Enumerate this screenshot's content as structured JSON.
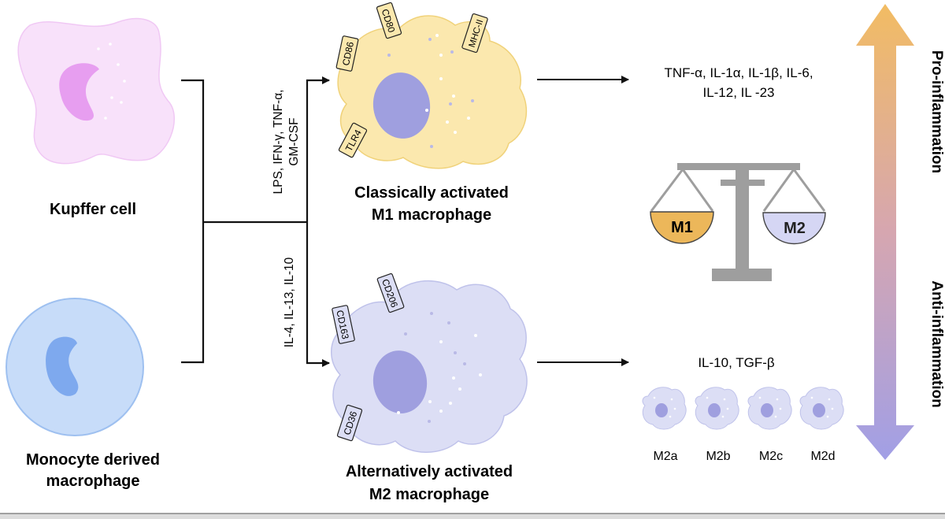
{
  "cells": {
    "kupffer": "Kupffer cell",
    "monocyte_line1": "Monocyte derived",
    "monocyte_line2": "macrophage",
    "m1_line1": "Classically activated",
    "m1_line2": "M1 macrophage",
    "m2_line1": "Alternatively activated",
    "m2_line2": "M2 macrophage"
  },
  "stimuli": {
    "m1_line1": "LPS, IFN-γ, TNF-α,",
    "m1_line2": "GM-CSF",
    "m2": "IL-4, IL-13, IL-10"
  },
  "markers": {
    "m1": [
      "CD86",
      "CD80",
      "MHC-II",
      "TLR4"
    ],
    "m2": [
      "CD163",
      "CD206",
      "CD36"
    ]
  },
  "outputs": {
    "m1_line1": "TNF-α, IL-1α, IL-1β, IL-6,",
    "m1_line2": "IL-12, IL -23",
    "m2": "IL-10, TGF-β"
  },
  "balance": {
    "left": "M1",
    "right": "M2"
  },
  "subtypes": [
    "M2a",
    "M2b",
    "M2c",
    "M2d"
  ],
  "axis": {
    "top": "Pro-inflammation",
    "bottom": "Anti-inflammation"
  },
  "colors": {
    "kupffer_cell": "#f8e1fa",
    "kupffer_nucleus": "#e79ef0",
    "monocyte_cell": "#c7dcf9",
    "monocyte_nucleus": "#7ea9ee",
    "m1_cell": "#fbe8ae",
    "m2_cell": "#dcdef5",
    "macrophage_nucleus": "#9f9fdf",
    "m1_pan": "#ecb75a",
    "m2_pan": "#d5d6f4",
    "scale_gray": "#9e9e9e",
    "gradient_top": "#f2bc63",
    "gradient_bottom": "#a19fe6"
  }
}
